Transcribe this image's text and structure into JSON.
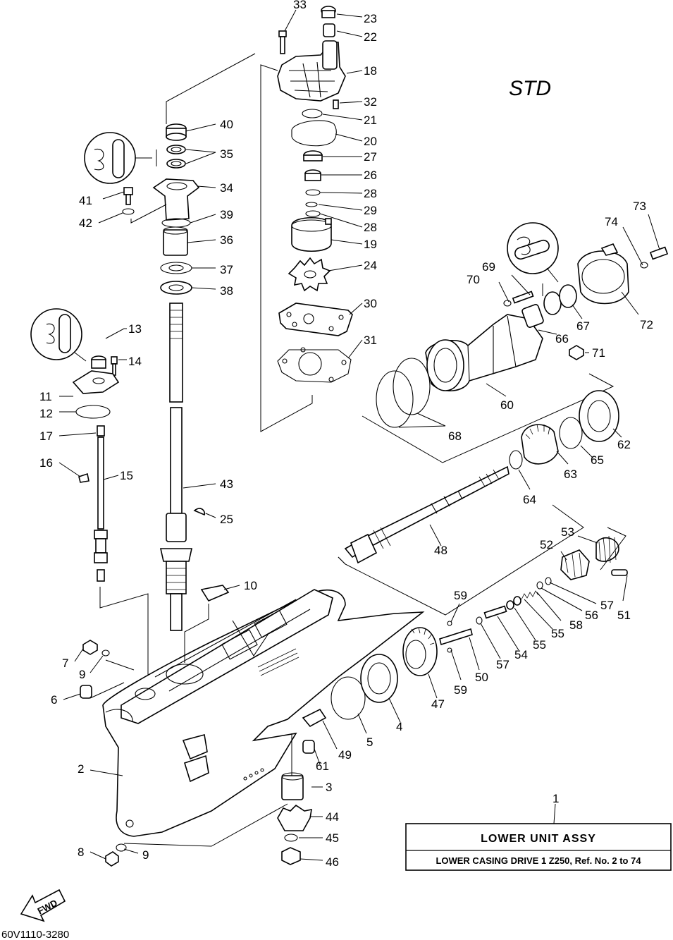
{
  "diagram": {
    "variant_label": "STD",
    "drawing_code": "60V1110-3280",
    "fwd_label": "FWD",
    "assembly_box": {
      "ref_number": "1",
      "title": "LOWER UNIT ASSY",
      "subtitle": "LOWER CASING DRIVE 1 Z250,  Ref. No. 2 to 74"
    },
    "callout_numbers": [
      "2",
      "3",
      "4",
      "5",
      "6",
      "7",
      "8",
      "9",
      "10",
      "11",
      "12",
      "13",
      "14",
      "15",
      "16",
      "17",
      "18",
      "19",
      "20",
      "21",
      "22",
      "23",
      "24",
      "25",
      "26",
      "27",
      "28",
      "29",
      "30",
      "31",
      "32",
      "33",
      "34",
      "35",
      "36",
      "37",
      "38",
      "39",
      "40",
      "41",
      "42",
      "43",
      "44",
      "45",
      "46",
      "47",
      "48",
      "49",
      "50",
      "51",
      "52",
      "53",
      "54",
      "55",
      "56",
      "57",
      "58",
      "59",
      "60",
      "61",
      "62",
      "63",
      "64",
      "65",
      "66",
      "67",
      "68",
      "69",
      "70",
      "71",
      "72",
      "73",
      "74"
    ],
    "lubricant_markers": [
      "grease-symbol-35",
      "grease-symbol-13",
      "grease-symbol-67"
    ]
  }
}
